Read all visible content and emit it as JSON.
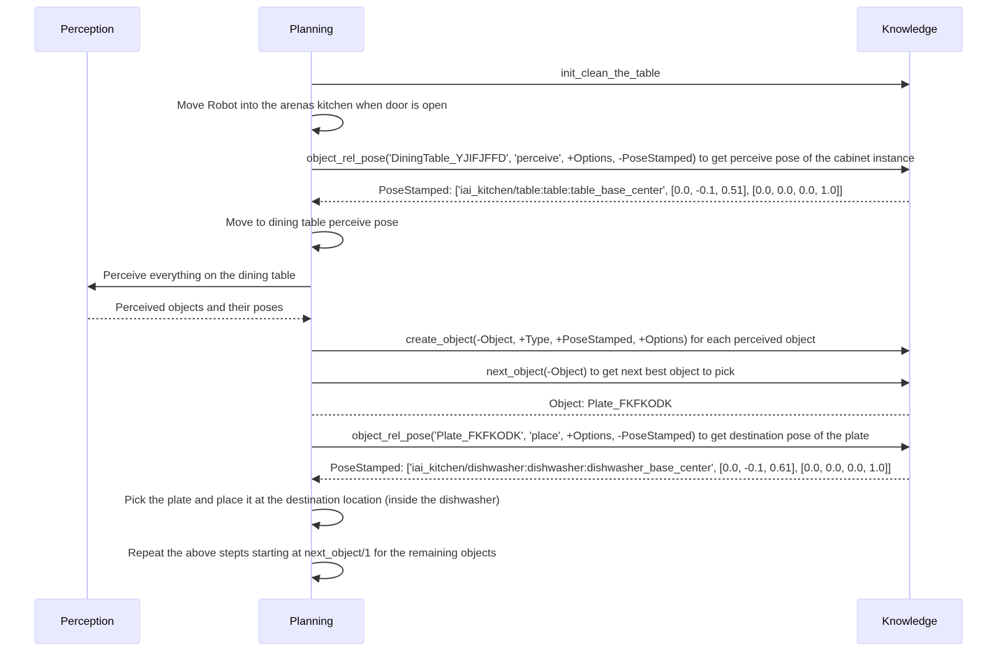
{
  "participants": [
    {
      "id": "perception",
      "label": "Perception"
    },
    {
      "id": "planning",
      "label": "Planning"
    },
    {
      "id": "knowledge",
      "label": "Knowledge"
    }
  ],
  "messages": [
    {
      "from": "planning",
      "to": "knowledge",
      "style": "solid",
      "label": "init_clean_the_table"
    },
    {
      "from": "planning",
      "to": "planning",
      "style": "self",
      "label": "Move Robot into the arenas kitchen when door is open"
    },
    {
      "from": "planning",
      "to": "knowledge",
      "style": "solid",
      "label": "object_rel_pose('DiningTable_YJIFJFFD', 'perceive', +Options, -PoseStamped) to get perceive pose of the cabinet instance"
    },
    {
      "from": "knowledge",
      "to": "planning",
      "style": "dotted",
      "label": "PoseStamped: ['iai_kitchen/table:table:table_base_center', [0.0, -0.1, 0.51], [0.0, 0.0, 0.0, 1.0]]"
    },
    {
      "from": "planning",
      "to": "planning",
      "style": "self",
      "label": "Move to dining table perceive pose"
    },
    {
      "from": "planning",
      "to": "perception",
      "style": "solid",
      "label": "Perceive everything on the dining table"
    },
    {
      "from": "perception",
      "to": "planning",
      "style": "dotted",
      "label": "Perceived objects and their poses"
    },
    {
      "from": "planning",
      "to": "knowledge",
      "style": "solid",
      "label": "create_object(-Object, +Type, +PoseStamped, +Options) for each perceived object"
    },
    {
      "from": "planning",
      "to": "knowledge",
      "style": "solid",
      "label": "next_object(-Object) to get next best object to pick"
    },
    {
      "from": "knowledge",
      "to": "planning",
      "style": "dotted-open",
      "label": "Object: Plate_FKFKODK"
    },
    {
      "from": "planning",
      "to": "knowledge",
      "style": "solid",
      "label": "object_rel_pose('Plate_FKFKODK', 'place', +Options, -PoseStamped) to get destination pose of the plate"
    },
    {
      "from": "knowledge",
      "to": "planning",
      "style": "dotted",
      "label": "PoseStamped: ['iai_kitchen/dishwasher:dishwasher:dishwasher_base_center', [0.0, -0.1, 0.61], [0.0, 0.0, 0.0, 1.0]]"
    },
    {
      "from": "planning",
      "to": "planning",
      "style": "self",
      "label": "Pick the plate and place it at the destination location (inside the dishwasher)"
    },
    {
      "from": "planning",
      "to": "planning",
      "style": "self",
      "label": "Repeat the above stepts starting at next_object/1 for the remaining objects"
    }
  ]
}
